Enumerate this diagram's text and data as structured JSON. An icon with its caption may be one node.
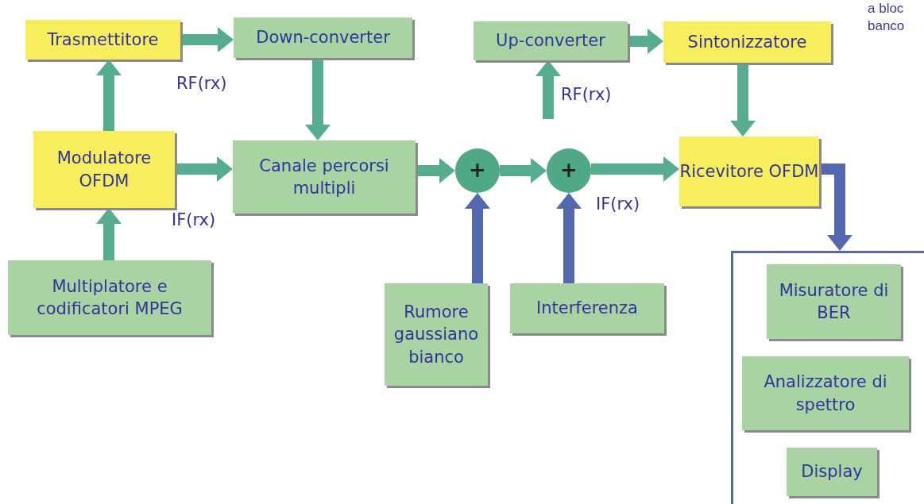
{
  "diagram": {
    "nodes": [
      {
        "text": [
          "Trasmettitore"
        ]
      },
      {
        "text": [
          "Down-converter"
        ]
      },
      {
        "text": [
          "Up-converter"
        ]
      },
      {
        "text": [
          "Sintonizzatore"
        ]
      },
      {
        "text": [
          "Modulatore OFDM"
        ]
      },
      {
        "text": [
          "Canale percorsi multipli"
        ]
      },
      {
        "text": [
          "+"
        ]
      },
      {
        "text": [
          "+"
        ]
      },
      {
        "text": [
          "Ricevitore OFDM"
        ]
      },
      {
        "text": [
          "Multiplatore e codificatori MPEG"
        ]
      },
      {
        "text": [
          "Rumore gaussiano bianco"
        ]
      },
      {
        "text": [
          "Interferenza"
        ]
      },
      {
        "text": [],
        "shape": "box"
      },
      {
        "text": [
          "Misuratore di BER"
        ],
        "in": 12
      },
      {
        "text": [
          "Analizzatore di spettro"
        ],
        "in": 12
      },
      {
        "text": [
          "Display"
        ],
        "in": 12
      }
    ],
    "edges": [
      {
        "from": 4,
        "to": 0,
        "arrow": "to"
      },
      {
        "from": 0,
        "to": 1,
        "arrow": "to"
      },
      {
        "from": 1,
        "to": 5,
        "arrow": "to"
      },
      {
        "from": 4,
        "to": 5,
        "arrow": "to"
      },
      {
        "from": 9,
        "to": 4,
        "arrow": "to"
      },
      {
        "from": 5,
        "to": 6,
        "arrow": "to"
      },
      {
        "from": 6,
        "to": 7,
        "arrow": "to"
      },
      {
        "from": 7,
        "to": 8,
        "arrow": "to"
      },
      {
        "from": 10,
        "to": 6,
        "arrow": "to",
        "color": "#5468b0"
      },
      {
        "from": 11,
        "to": 7,
        "arrow": "to",
        "color": "#5468b0"
      },
      {
        "from": null,
        "to": 2,
        "arrow": "to"
      },
      {
        "from": 2,
        "to": 3,
        "arrow": "to"
      },
      {
        "from": 3,
        "to": 8,
        "arrow": "to"
      },
      {
        "from": 8,
        "to": 12,
        "arrow": "to",
        "color": "#5468b0"
      }
    ],
    "labels": [
      "a bloc",
      "banco",
      "RF(rx)",
      "RF(rx)",
      "IF(rx)",
      "IF(rx)"
    ]
  }
}
